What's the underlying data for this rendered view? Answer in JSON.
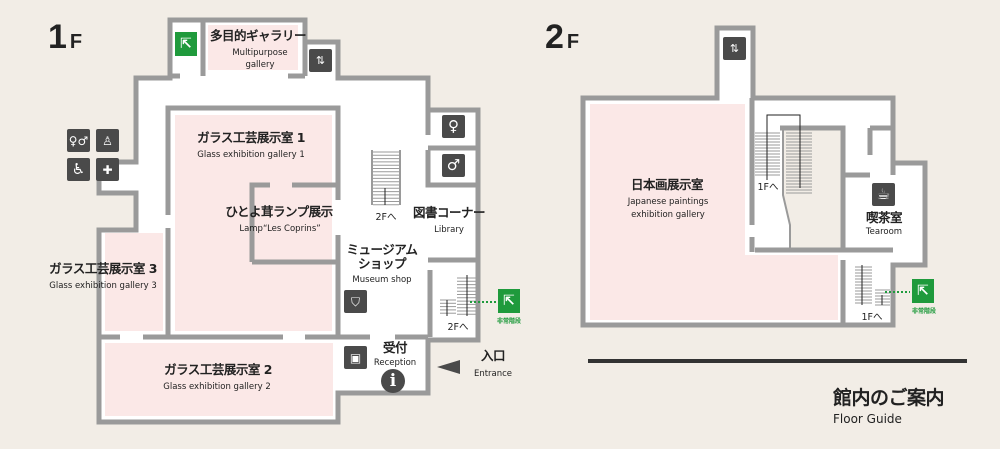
{
  "colors": {
    "background": "#f2ede6",
    "wall": "#9a9a9a",
    "floor": "#ffffff",
    "gallery": "#fbe8e7",
    "icon": "#4a4a4a",
    "exit": "#1f9a3c"
  },
  "floor1": {
    "label_num": "1",
    "label_f": "F",
    "rooms": {
      "multipurpose": {
        "jp": "多目的ギャラリー",
        "en1": "Multipurpose",
        "en2": "gallery"
      },
      "gallery1": {
        "jp": "ガラス工芸展示室 1",
        "en": "Glass exhibition gallery 1"
      },
      "lamp": {
        "jp": "ひとよ茸ランプ展示",
        "en": "Lamp“Les Coprins”"
      },
      "gallery3": {
        "jp": "ガラス工芸展示室 3",
        "en": "Glass exhibition gallery 3"
      },
      "gallery2": {
        "jp": "ガラス工芸展示室 2",
        "en": "Glass exhibition gallery 2"
      },
      "shop": {
        "jp1": "ミュージアム",
        "jp2": "ショップ",
        "en": "Museum shop"
      },
      "library": {
        "jp": "図書コーナー",
        "en": "Library"
      },
      "reception": {
        "jp": "受付",
        "en": "Reception"
      },
      "entrance": {
        "jp": "入口",
        "en": "Entrance"
      }
    },
    "stairs_main": "2Fへ",
    "stairs_emergency": "2Fへ",
    "emergency_exit": "非常階段",
    "icons": [
      "exit-sign",
      "elevator",
      "restroom",
      "baby-care",
      "accessible-toilet",
      "first-aid",
      "female-toilet",
      "male-toilet",
      "shopping-bag",
      "locker",
      "information",
      "entrance-arrow"
    ]
  },
  "floor2": {
    "label_num": "2",
    "label_f": "F",
    "rooms": {
      "japanese": {
        "jp": "日本画展示室",
        "en1": "Japanese paintings",
        "en2": "exhibition gallery"
      },
      "tearoom": {
        "jp": "喫茶室",
        "en": "Tearoom"
      }
    },
    "stairs_main": "1Fへ",
    "stairs_emergency": "1Fへ",
    "emergency_exit": "非常階段",
    "icons": [
      "elevator",
      "coffee",
      "exit-sign"
    ]
  },
  "guide": {
    "jp": "館内のご案内",
    "en": "Floor Guide"
  }
}
